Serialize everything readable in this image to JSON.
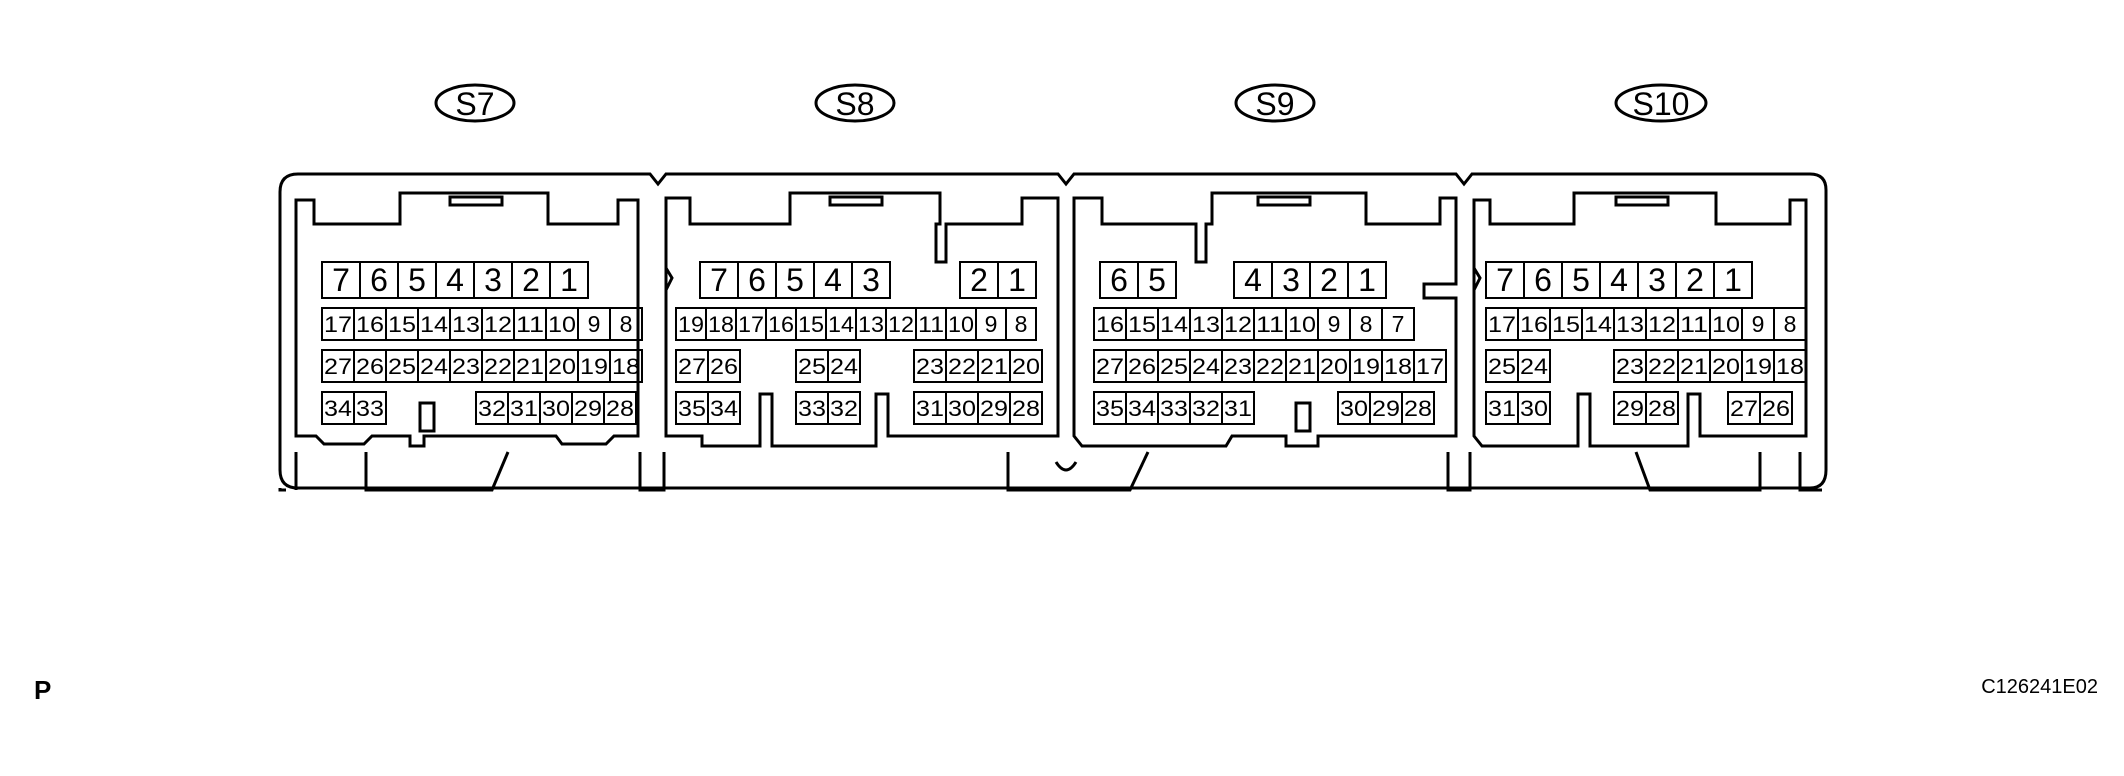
{
  "figure": {
    "corner_letter": "P",
    "figure_code": "C126241E02"
  },
  "connectors": [
    {
      "label": "S7",
      "rows": [
        [
          "7",
          "6",
          "5",
          "4",
          "3",
          "2",
          "1"
        ],
        [
          "17",
          "16",
          "15",
          "14",
          "13",
          "12",
          "11",
          "10",
          "9",
          "8"
        ],
        [
          "27",
          "26",
          "25",
          "24",
          "23",
          "22",
          "21",
          "20",
          "19",
          "18"
        ],
        [
          "34",
          "33",
          "32",
          "31",
          "30",
          "29",
          "28"
        ]
      ]
    },
    {
      "label": "S8",
      "rows": [
        [
          "7",
          "6",
          "5",
          "4",
          "3",
          "2",
          "1"
        ],
        [
          "19",
          "18",
          "17",
          "16",
          "15",
          "14",
          "13",
          "12",
          "11",
          "10",
          "9",
          "8"
        ],
        [
          "27",
          "26",
          "25",
          "24",
          "23",
          "22",
          "21",
          "20"
        ],
        [
          "35",
          "34",
          "33",
          "32",
          "31",
          "30",
          "29",
          "28"
        ]
      ]
    },
    {
      "label": "S9",
      "rows": [
        [
          "6",
          "5",
          "4",
          "3",
          "2",
          "1"
        ],
        [
          "16",
          "15",
          "14",
          "13",
          "12",
          "11",
          "10",
          "9",
          "8",
          "7"
        ],
        [
          "27",
          "26",
          "25",
          "24",
          "23",
          "22",
          "21",
          "20",
          "19",
          "18",
          "17"
        ],
        [
          "35",
          "34",
          "33",
          "32",
          "31",
          "30",
          "29",
          "28"
        ]
      ]
    },
    {
      "label": "S10",
      "rows": [
        [
          "7",
          "6",
          "5",
          "4",
          "3",
          "2",
          "1"
        ],
        [
          "17",
          "16",
          "15",
          "14",
          "13",
          "12",
          "11",
          "10",
          "9",
          "8"
        ],
        [
          "25",
          "24",
          "23",
          "22",
          "21",
          "20",
          "19",
          "18"
        ],
        [
          "31",
          "30",
          "29",
          "28",
          "27",
          "26"
        ]
      ]
    }
  ]
}
